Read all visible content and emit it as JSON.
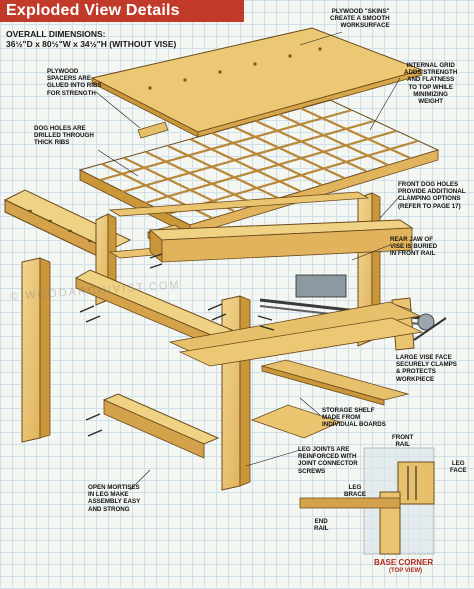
{
  "header": {
    "title": "Exploded View Details",
    "dims_heading": "OVERALL DIMENSIONS:",
    "dims_value": "36½\"D x 80½\"W x 34½\"H (WITHOUT VISE)"
  },
  "callouts": {
    "plywood_skins": [
      "PLYWOOD \"SKINS\"",
      "CREATE A SMOOTH",
      "WORKSURFACE"
    ],
    "plywood_spacers": [
      "PLYWOOD",
      "SPACERS ARE",
      "GLUED INTO RIBS",
      "FOR STRENGTH"
    ],
    "internal_grid": [
      "INTERNAL GRID",
      "ADDS STRENGTH",
      "AND FLATNESS",
      "TO TOP WHILE",
      "MINIMIZING",
      "WEIGHT"
    ],
    "dog_holes": [
      "DOG HOLES ARE",
      "DRILLED THROUGH",
      "THICK RIBS"
    ],
    "front_dog_holes": [
      "FRONT DOG HOLES",
      "PROVIDE ADDITIONAL",
      "CLAMPING OPTIONS",
      "(REFER TO PAGE 17)"
    ],
    "rear_jaw": [
      "REAR JAW OF",
      "VISE IS BURIED",
      "IN FRONT RAIL"
    ],
    "large_vise_face": [
      "LARGE VISE FACE",
      "SECURELY CLAMPS",
      "& PROTECTS",
      "WORKPIECE"
    ],
    "storage_shelf": [
      "STORAGE SHELF",
      "MADE FROM",
      "INDIVIDUAL BOARDS"
    ],
    "leg_joints": [
      "LEG JOINTS ARE",
      "REINFORCED WITH",
      "JOINT CONNECTOR",
      "SCREWS"
    ],
    "open_mortises": [
      "OPEN MORTISES",
      "IN LEG MAKE",
      "ASSEMBLY EASY",
      "AND STRONG"
    ]
  },
  "inset": {
    "title": "BASE CORNER",
    "subtitle": "(TOP VIEW)",
    "labels": {
      "front_rail": [
        "FRONT",
        "RAIL"
      ],
      "leg_face": [
        "LEG",
        "FACE"
      ],
      "leg_brace": [
        "LEG",
        "BRACE"
      ],
      "end_rail": [
        "END",
        "RAIL"
      ]
    }
  },
  "watermark": "© WOODARCHIVIST.COM",
  "colors": {
    "title_bar": "#c23a2a",
    "wood": "#e6c06b",
    "wood_dark": "#c9973a",
    "wood_light": "#f1d58f",
    "grid": "#cfe0ea",
    "inset_title": "#b02a1e"
  }
}
